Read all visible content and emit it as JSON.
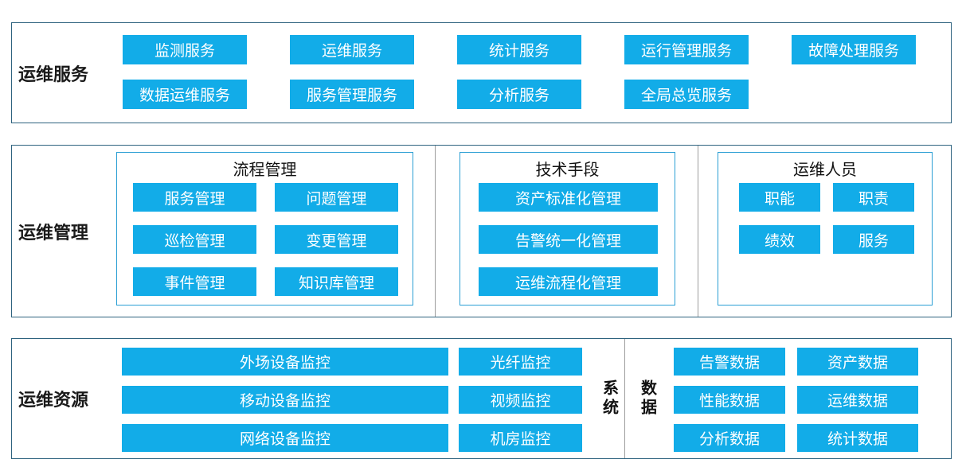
{
  "colors": {
    "accent": "#12ACE8",
    "section_border": "#2E637F",
    "group_border": "#2B9FD4",
    "divider": "#9E9E9E",
    "button_text": "#FFFFFF",
    "label_text": "#1A1A1A"
  },
  "diagram": {
    "services": {
      "label": "运维服务",
      "row1": [
        "监测服务",
        "运维服务",
        "统计服务",
        "运行管理服务",
        "故障处理服务"
      ],
      "row2": [
        "数据运维服务",
        "服务管理服务",
        "分析服务",
        "全局总览服务"
      ]
    },
    "management": {
      "label": "运维管理",
      "process_group": {
        "title": "流程管理",
        "items": [
          "服务管理",
          "问题管理",
          "巡检管理",
          "变更管理",
          "事件管理",
          "知识库管理"
        ]
      },
      "tech_group": {
        "title": "技术手段",
        "items": [
          "资产标准化管理",
          "告警统一化管理",
          "运维流程化管理"
        ]
      },
      "staff_group": {
        "title": "运维人员",
        "items": [
          "职能",
          "职责",
          "绩效",
          "服务"
        ]
      }
    },
    "resources": {
      "label": "运维资源",
      "wide_monitors": [
        "外场设备监控",
        "移动设备监控",
        "网络设备监控"
      ],
      "small_monitors": [
        "光纤监控",
        "视频监控",
        "机房监控"
      ],
      "system_label": "系统",
      "data_label": "数据",
      "data_col1": [
        "告警数据",
        "性能数据",
        "分析数据"
      ],
      "data_col2": [
        "资产数据",
        "运维数据",
        "统计数据"
      ]
    }
  }
}
